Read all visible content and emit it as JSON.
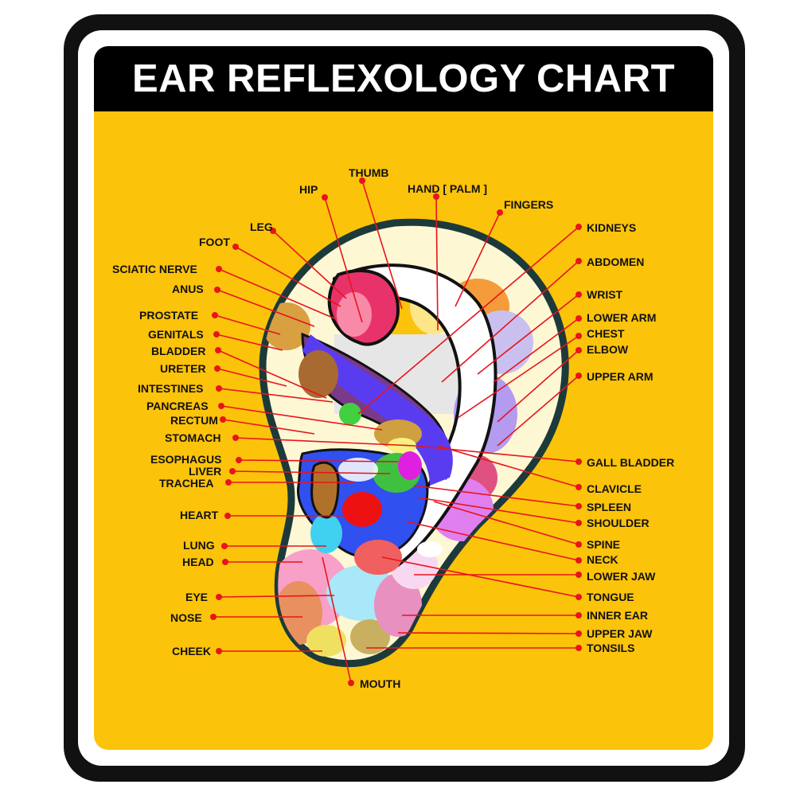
{
  "title": "EAR REFLEXOLOGY CHART",
  "stock_id": "363427202",
  "colors": {
    "frame": "#111111",
    "panel": "#fcc30b",
    "leader": "#e8141c",
    "title_text": "#ffffff"
  },
  "labels": [
    {
      "id": "thumb",
      "text": "THUMB"
    },
    {
      "id": "hip",
      "text": "HIP"
    },
    {
      "id": "hand-palm",
      "text": "HAND [ PALM ]"
    },
    {
      "id": "fingers",
      "text": "FINGERS"
    },
    {
      "id": "leg",
      "text": "LEG"
    },
    {
      "id": "foot",
      "text": "FOOT"
    },
    {
      "id": "sciatic-nerve",
      "text": "SCIATIC NERVE"
    },
    {
      "id": "anus",
      "text": "ANUS"
    },
    {
      "id": "prostate",
      "text": "PROSTATE"
    },
    {
      "id": "genitals",
      "text": "GENITALS"
    },
    {
      "id": "bladder",
      "text": "BLADDER"
    },
    {
      "id": "ureter",
      "text": "URETER"
    },
    {
      "id": "intestines",
      "text": "INTESTINES"
    },
    {
      "id": "pancreas",
      "text": "PANCREAS"
    },
    {
      "id": "rectum",
      "text": "RECTUM"
    },
    {
      "id": "stomach",
      "text": "STOMACH"
    },
    {
      "id": "esophagus",
      "text": "ESOPHAGUS"
    },
    {
      "id": "liver",
      "text": "LIVER"
    },
    {
      "id": "trachea",
      "text": "TRACHEA"
    },
    {
      "id": "heart",
      "text": "HEART"
    },
    {
      "id": "lung",
      "text": "LUNG"
    },
    {
      "id": "head",
      "text": "HEAD"
    },
    {
      "id": "eye",
      "text": "EYE"
    },
    {
      "id": "nose",
      "text": "NOSE"
    },
    {
      "id": "cheek",
      "text": "CHEEK"
    },
    {
      "id": "mouth",
      "text": "MOUTH"
    },
    {
      "id": "kidneys",
      "text": "KIDNEYS"
    },
    {
      "id": "abdomen",
      "text": "ABDOMEN"
    },
    {
      "id": "wrist",
      "text": "WRIST"
    },
    {
      "id": "lower-arm",
      "text": "LOWER ARM"
    },
    {
      "id": "chest",
      "text": "CHEST"
    },
    {
      "id": "elbow",
      "text": "ELBOW"
    },
    {
      "id": "upper-arm",
      "text": "UPPER ARM"
    },
    {
      "id": "gall-bladder",
      "text": "GALL BLADDER"
    },
    {
      "id": "clavicle",
      "text": "CLAVICLE"
    },
    {
      "id": "spleen",
      "text": "SPLEEN"
    },
    {
      "id": "shoulder",
      "text": "SHOULDER"
    },
    {
      "id": "spine",
      "text": "SPINE"
    },
    {
      "id": "neck",
      "text": "NECK"
    },
    {
      "id": "lower-jaw",
      "text": "LOWER JAW"
    },
    {
      "id": "tongue",
      "text": "TONGUE"
    },
    {
      "id": "inner-ear",
      "text": "INNER EAR"
    },
    {
      "id": "upper-jaw",
      "text": "UPPER JAW"
    },
    {
      "id": "tonsils",
      "text": "TONSILS"
    }
  ]
}
